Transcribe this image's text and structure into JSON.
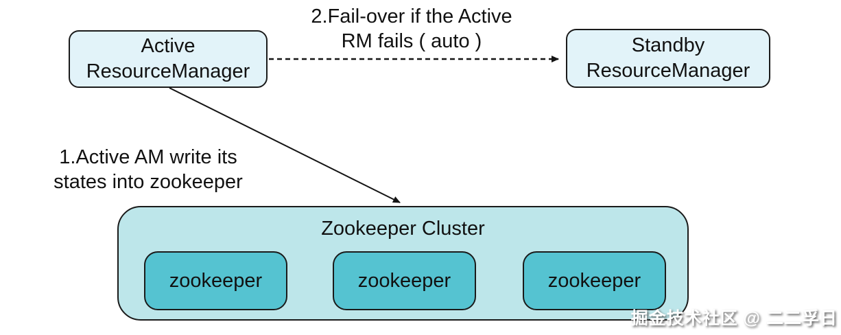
{
  "nodes": {
    "active_rm": {
      "label": "Active\nResourceManager"
    },
    "standby_rm": {
      "label": "Standby\nResourceManager"
    },
    "zookeeper_cluster": {
      "title": "Zookeeper Cluster",
      "members": [
        {
          "label": "zookeeper"
        },
        {
          "label": "zookeeper"
        },
        {
          "label": "zookeeper"
        }
      ]
    }
  },
  "edges": {
    "failover": {
      "label": "2.Fail-over if the Active\nRM fails ( auto )",
      "style": "dashed-arrow",
      "from": "active_rm",
      "to": "standby_rm"
    },
    "write_states": {
      "label": "1.Active AM write its\nstates into zookeeper",
      "style": "solid-arrow",
      "from": "active_rm",
      "to": "zookeeper_cluster"
    }
  },
  "watermark": {
    "text": "掘金技术社区 @ 二二孚日"
  },
  "colors": {
    "rm_box_fill": "#e2f3f9",
    "cluster_fill": "#bde6ea",
    "zookeeper_fill": "#55c3d1",
    "stroke": "#1a1a1a",
    "text": "#111111",
    "watermark_text": "#ffffff",
    "background": "#ffffff"
  }
}
